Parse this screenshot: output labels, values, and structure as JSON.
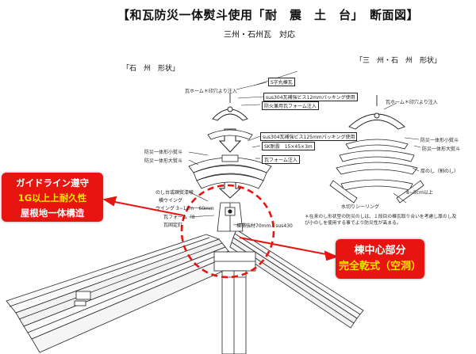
{
  "title": "【和瓦防災一体熨斗使用「耐　震　土　台」　断面図】",
  "subtitle": "三州・石州瓦　対応",
  "section_labels": {
    "sekishu": "「石　州　形状」",
    "sanshu": "「三　州・石　州　形状」"
  },
  "parts_left": {
    "karaoke_hole": "瓦ホーム＊印穴より注入",
    "sus_pipe": "sus304瓦補強ビス12mmパッキング使用",
    "fire_foam": "防火兼用瓦フォーム注入",
    "sus_pipe2": "sus304瓦補強ビス125mmパッキング使用",
    "sk_bracket": "SK耐震　15×45×3m",
    "prevent_foam": "瓦フォーム注入",
    "integrated_noshi": "防災一体形小熨斗",
    "integrated_large": "防災一体形大熨斗",
    "noshi_wall": "のし台或疎熨漆喰",
    "band_wing": "横ウイング",
    "wing_size": "ウイング 3~12ｍ　60mm",
    "kawara_foam": "瓦フォーム（8",
    "tile_fixed": "瓦固定釘",
    "ridge_wood": "棟補強材70mm／sus430"
  },
  "parts_right": {
    "top_label": "S字丸棟瓦",
    "karaoke_hole": "瓦ホーム＊印穴より注入",
    "integrated_small": "防災一体形小熨斗",
    "integrated_large": "防災一体形大熨斗",
    "noshi": "厚のし（割のし）",
    "tile_width": "8~5cm以上",
    "ridge_note": "水切りシーリング"
  },
  "note": "＊在来のし形状型の防災のしは、１段目の棟瓦取り合いを考慮し厚のし及び小のしを使用する事でより防災性が高まる。",
  "callout_left": {
    "line1": "ガイドライン遵守",
    "line2": "1G以上上耐久性",
    "line3": "屋根地一体構造"
  },
  "callout_right": {
    "line1": "棟中心部分",
    "line2": "完全乾式（空洞）"
  },
  "colors": {
    "accent_red": "#e8140f",
    "highlight_yellow": "#ffe100",
    "line": "#222222"
  }
}
